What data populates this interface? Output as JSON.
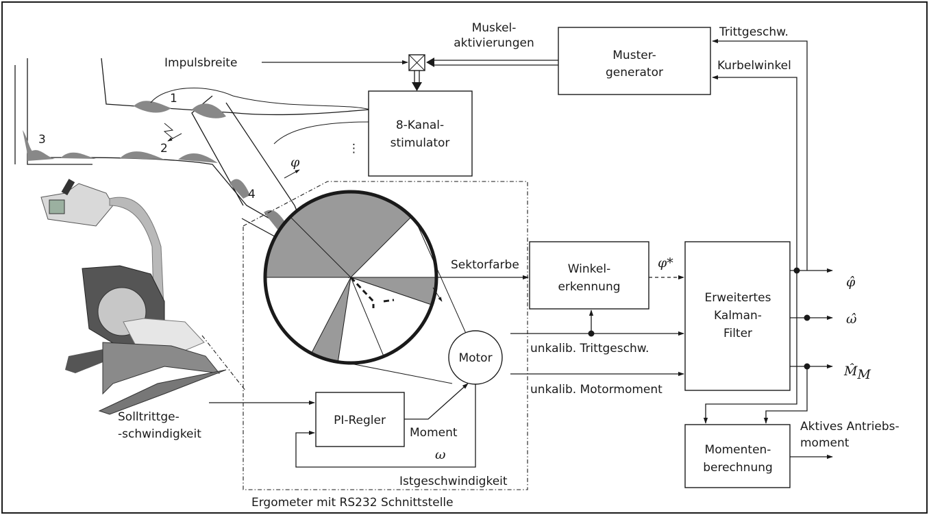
{
  "blocks": {
    "pattern_generator": "Muster-\ngenerator",
    "stimulator": "8-Kanal-\nstimulator",
    "angle_detection": "Winkel-\nerkennung",
    "kalman": "Erweitertes\nKalman-\nFilter",
    "motor": "Motor",
    "pi_controller": "PI-Regler",
    "torque_calc": "Momenten-\nberechnung"
  },
  "signals": {
    "pulse_width": "Impulsbreite",
    "muscle_activations": "Muskel-\naktivierungen",
    "cadence_top": "Trittgeschw.",
    "crank_angle": "Kurbelwinkel",
    "sector_color": "Sektorfarbe",
    "phi_star": "φ*",
    "uncal_cadence": "unkalib. Trittgeschw.",
    "uncal_torque": "unkalib. Motormoment",
    "phi_hat": "φ̂",
    "omega_hat": "ω̂",
    "M_hat": "M̂",
    "M_hat_sub": "M",
    "setpoint": "Solltrittge-\n-schwindigkeit",
    "moment": "Moment",
    "omega": "ω",
    "actual_speed": "Istgeschwindigkeit",
    "active_torque": "Aktives Antriebs-\nmoment",
    "phi": "φ",
    "dots": "⋮"
  },
  "muscles": [
    "1",
    "2",
    "3",
    "4"
  ],
  "ergometer_label": "Ergometer mit RS232 Schnittstelle"
}
